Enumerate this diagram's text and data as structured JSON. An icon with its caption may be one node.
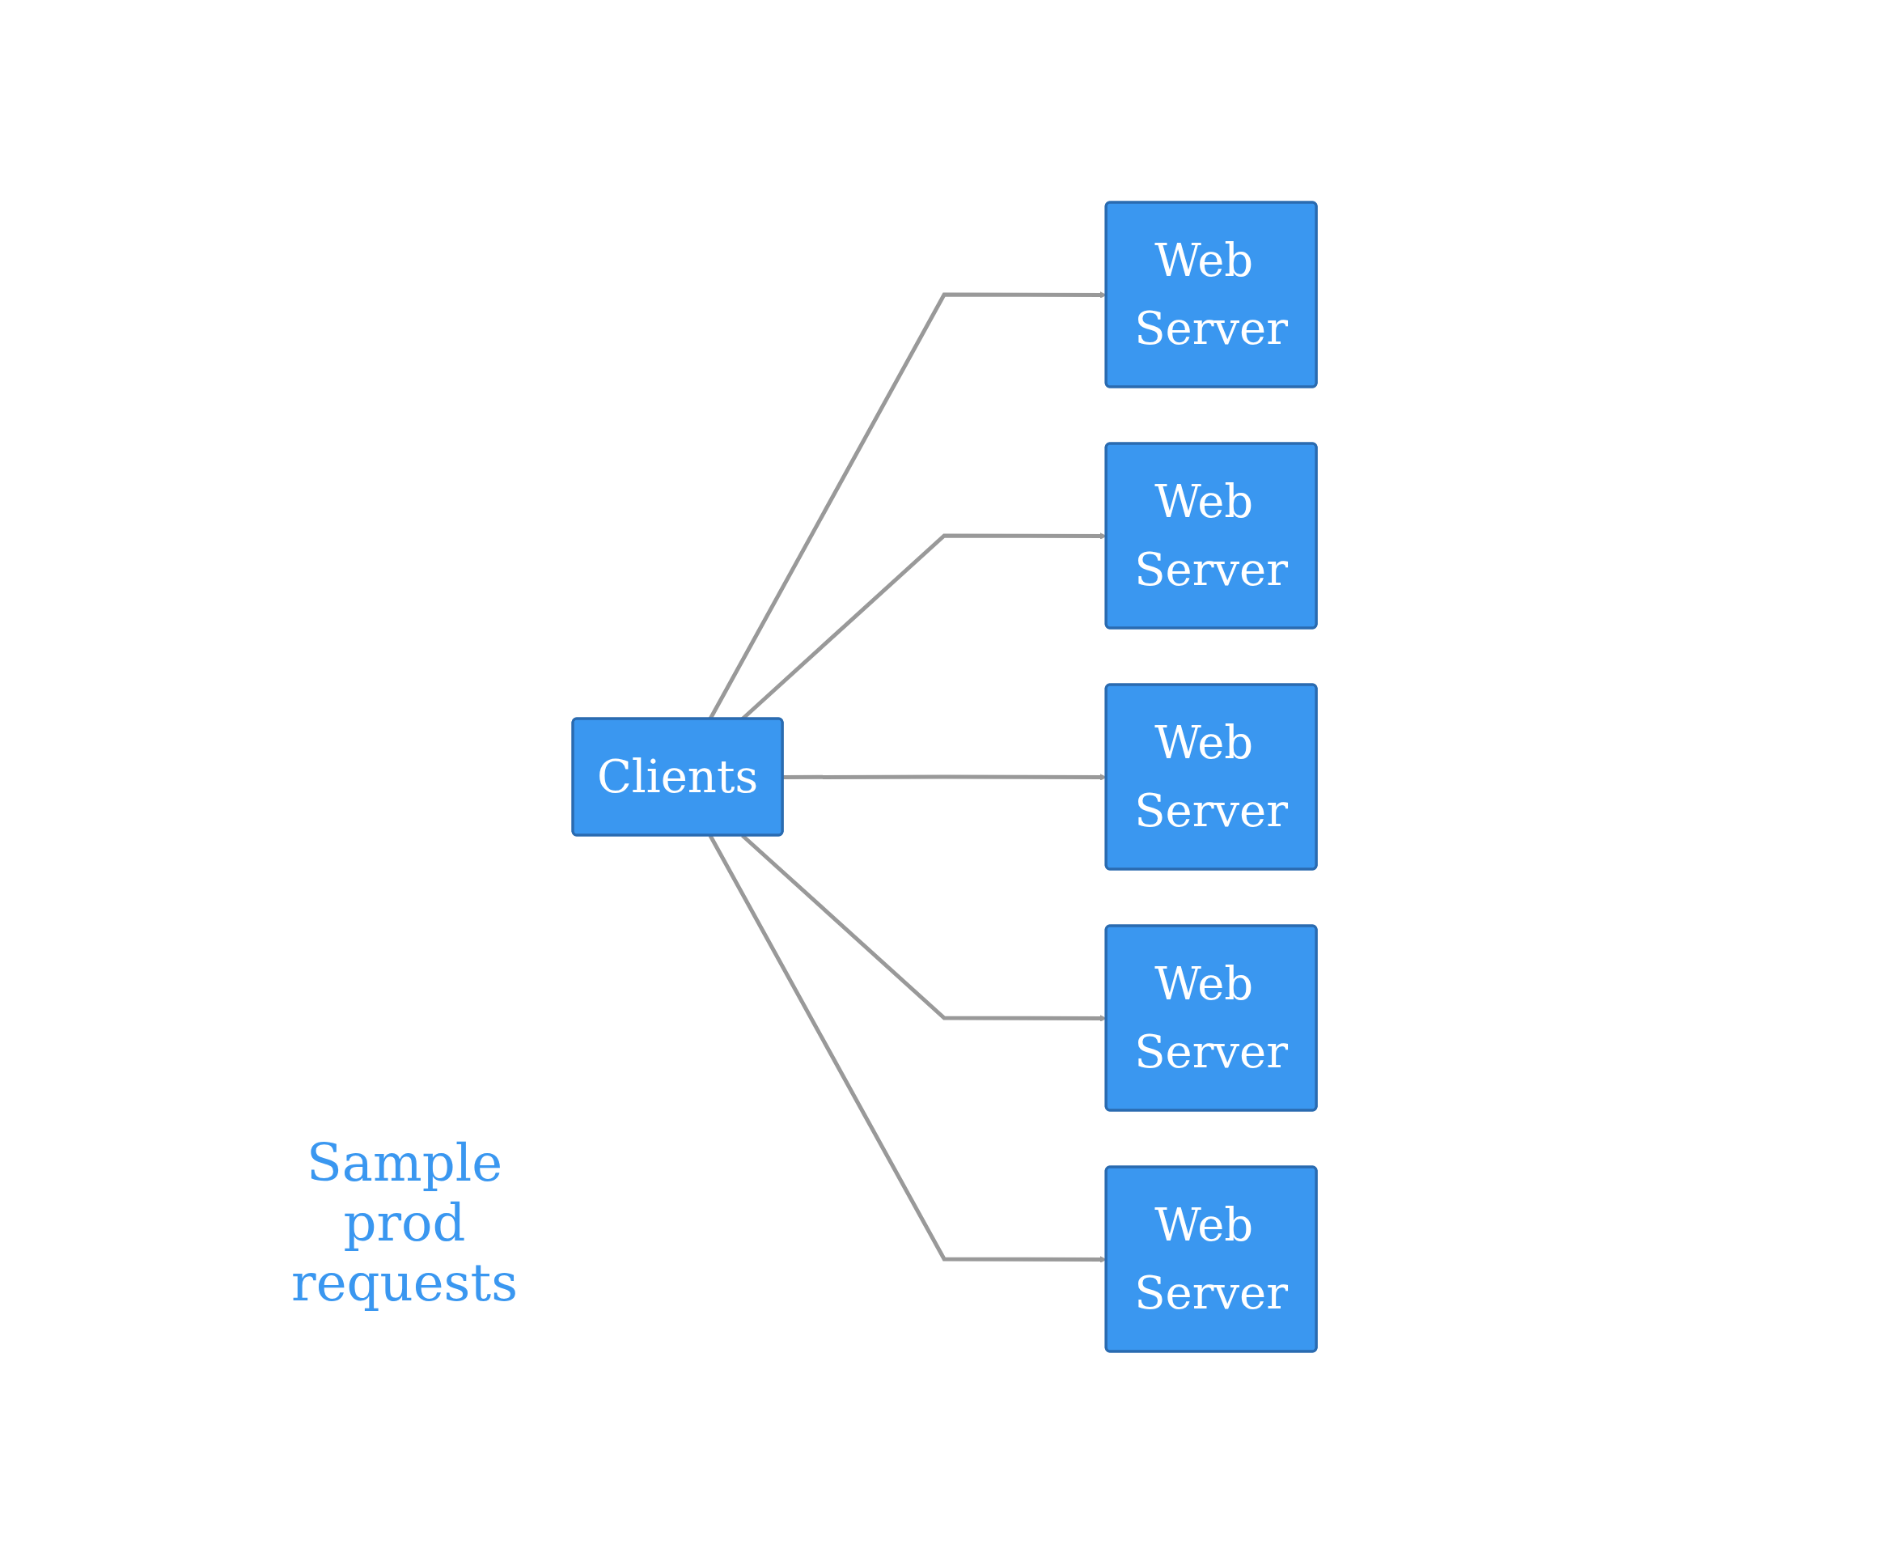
{
  "diagram": {
    "nodes": [
      {
        "text": [
          "Clients"
        ]
      },
      {
        "text": [
          "Web Server"
        ]
      },
      {
        "text": [
          "Web Server"
        ]
      },
      {
        "text": [
          "Web Server"
        ]
      },
      {
        "text": [
          "Web Server"
        ]
      },
      {
        "text": [
          "Web Server"
        ]
      }
    ],
    "edges": [
      {
        "from": 0,
        "to": 1,
        "arrow": "to"
      },
      {
        "from": 0,
        "to": 2,
        "arrow": "to"
      },
      {
        "from": 0,
        "to": 3,
        "arrow": "to"
      },
      {
        "from": 0,
        "to": 4,
        "arrow": "to"
      },
      {
        "from": 0,
        "to": 5,
        "arrow": "to"
      }
    ],
    "labels": [
      "Sample prod requests"
    ]
  }
}
